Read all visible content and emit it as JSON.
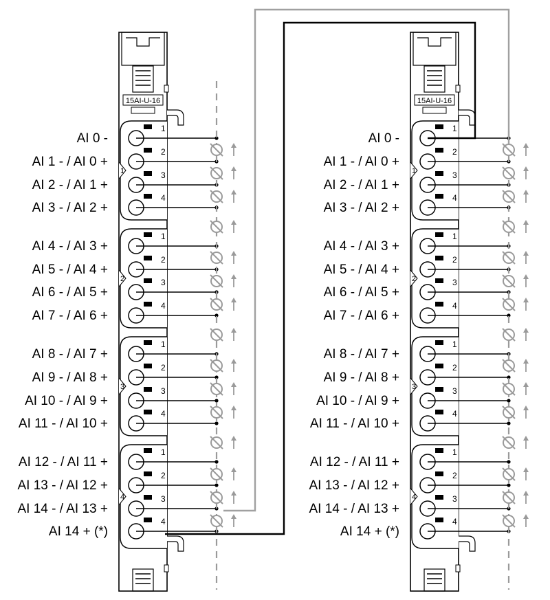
{
  "modules": [
    {
      "module_label": "15AI-U-16",
      "channels": [
        {
          "label": "AI 0 -",
          "pin": "1"
        },
        {
          "label": "AI 1 - / AI 0 +",
          "pin": "2"
        },
        {
          "label": "AI 2 - / AI 1 +",
          "pin": "3"
        },
        {
          "label": "AI 3 - / AI 2 +",
          "pin": "4"
        },
        {
          "label": "AI 4 - / AI 3 +",
          "pin": "1"
        },
        {
          "label": "AI 5 - / AI 4 +",
          "pin": "2"
        },
        {
          "label": "AI 6 - / AI 5 +",
          "pin": "3"
        },
        {
          "label": "AI 7 - / AI 6 +",
          "pin": "4"
        },
        {
          "label": "AI 8 - / AI 7 +",
          "pin": "1"
        },
        {
          "label": "AI 9 - / AI 8 +",
          "pin": "2"
        },
        {
          "label": "AI 10 - / AI 9 +",
          "pin": "3"
        },
        {
          "label": "AI 11 - / AI 10 +",
          "pin": "4"
        },
        {
          "label": "AI 12 - / AI 11 +",
          "pin": "1"
        },
        {
          "label": "AI 13 - / AI 12 +",
          "pin": "2"
        },
        {
          "label": "AI 14 - / AI 13 +",
          "pin": "3"
        },
        {
          "label": "AI 14 + (*)",
          "pin": "4"
        }
      ],
      "groups": [
        "1",
        "2",
        "3",
        "4"
      ]
    },
    {
      "module_label": "15AI-U-16",
      "channels": [
        {
          "label": "AI 0 -",
          "pin": "1"
        },
        {
          "label": "AI 1 - / AI 0 +",
          "pin": "2"
        },
        {
          "label": "AI 2 - / AI 1 +",
          "pin": "3"
        },
        {
          "label": "AI 3 - / AI 2 +",
          "pin": "4"
        },
        {
          "label": "AI 4 - / AI 3 +",
          "pin": "1"
        },
        {
          "label": "AI 5 - / AI 4 +",
          "pin": "2"
        },
        {
          "label": "AI 6 - / AI 5 +",
          "pin": "3"
        },
        {
          "label": "AI 7 - / AI 6 +",
          "pin": "4"
        },
        {
          "label": "AI 8 - / AI 7 +",
          "pin": "1"
        },
        {
          "label": "AI 9 - / AI 8 +",
          "pin": "2"
        },
        {
          "label": "AI 10 - / AI 9 +",
          "pin": "3"
        },
        {
          "label": "AI 11 - / AI 10 +",
          "pin": "4"
        },
        {
          "label": "AI 12 - / AI 11 +",
          "pin": "1"
        },
        {
          "label": "AI 13 - / AI 12 +",
          "pin": "2"
        },
        {
          "label": "AI 14 - / AI 13 +",
          "pin": "3"
        },
        {
          "label": "AI 14 + (*)",
          "pin": "4"
        }
      ],
      "groups": [
        "1",
        "2",
        "3",
        "4"
      ]
    }
  ],
  "colors": {
    "wire": "#000000",
    "sensor": "#9a9a9a",
    "chain_wire": "#a0a0a0",
    "module_fill": "#ffffff",
    "module_stroke": "#000000"
  }
}
